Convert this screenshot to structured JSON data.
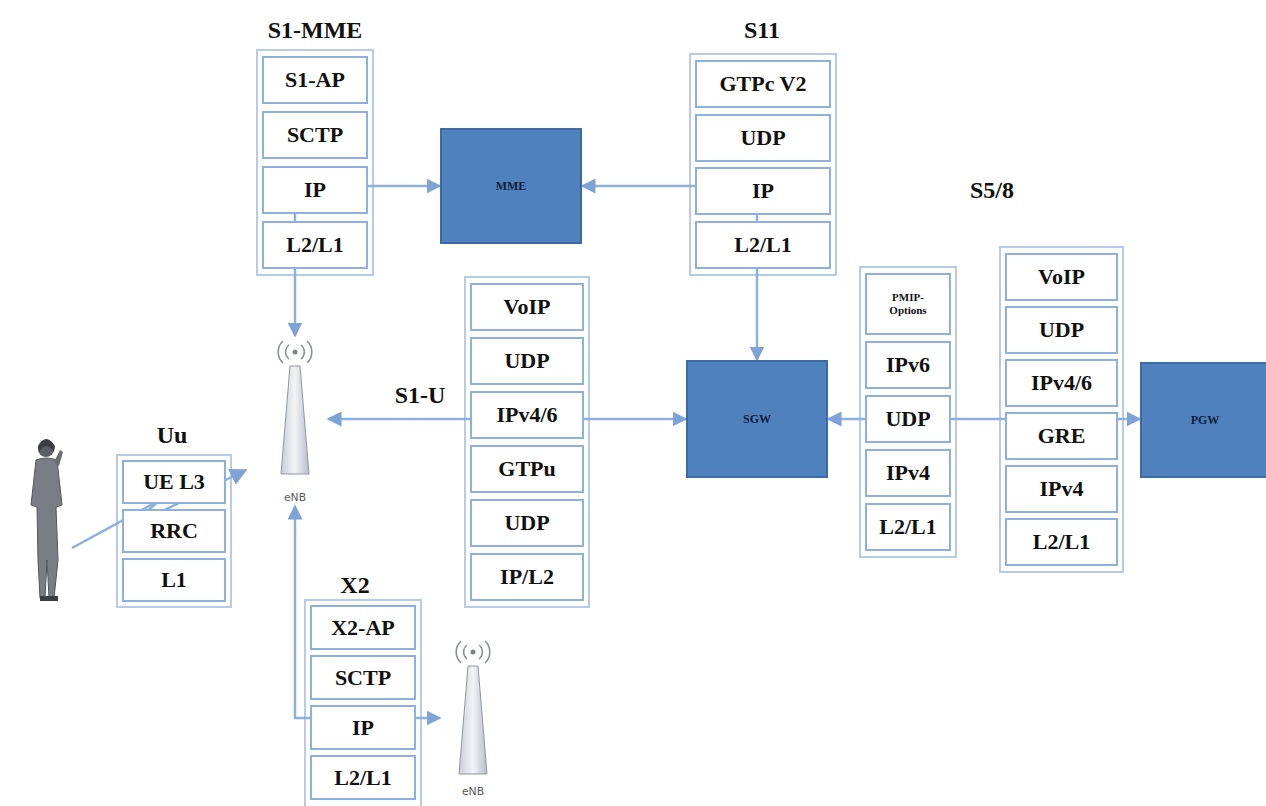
{
  "diagram": {
    "nodes": [
      {
        "text": [
          "S1-AP"
        ]
      },
      {
        "text": [
          "SCTP"
        ]
      },
      {
        "text": [
          "IP"
        ]
      },
      {
        "text": [
          "L2/L1"
        ]
      },
      {
        "text": [
          "MME"
        ]
      },
      {
        "text": [
          "GTPc V2"
        ]
      },
      {
        "text": [
          "UDP"
        ]
      },
      {
        "text": [
          "IP"
        ]
      },
      {
        "text": [
          "L2/L1"
        ]
      },
      {
        "text": [
          "eNB"
        ]
      },
      {
        "text": [
          "VoIP"
        ]
      },
      {
        "text": [
          "UDP"
        ]
      },
      {
        "text": [
          "IPv4/6"
        ]
      },
      {
        "text": [
          "GTPu"
        ]
      },
      {
        "text": [
          "UDP"
        ]
      },
      {
        "text": [
          "IP/L2"
        ]
      },
      {
        "text": [
          "SGW"
        ]
      },
      {
        "text": [
          "PMIP-Options"
        ]
      },
      {
        "text": [
          "IPv6"
        ]
      },
      {
        "text": [
          "UDP"
        ]
      },
      {
        "text": [
          "IPv4"
        ]
      },
      {
        "text": [
          "L2/L1"
        ]
      },
      {
        "text": [
          "VoIP"
        ]
      },
      {
        "text": [
          "UDP"
        ]
      },
      {
        "text": [
          "IPv4/6"
        ]
      },
      {
        "text": [
          "GRE"
        ]
      },
      {
        "text": [
          "IPv4"
        ]
      },
      {
        "text": [
          "L2/L1"
        ]
      },
      {
        "text": [
          "PGW"
        ]
      },
      {
        "text": [
          "UE L3"
        ]
      },
      {
        "text": [
          "RRC"
        ]
      },
      {
        "text": [
          "L1"
        ]
      },
      {
        "text": [
          "X2-AP"
        ]
      },
      {
        "text": [
          "SCTP"
        ]
      },
      {
        "text": [
          "IP"
        ]
      },
      {
        "text": [
          "L2/L1"
        ]
      },
      {
        "text": [
          "eNB"
        ]
      }
    ],
    "edges": [
      {
        "from": 9,
        "to": 4,
        "arrow": "both"
      },
      {
        "from": 4,
        "to": 16,
        "arrow": "both"
      },
      {
        "from": 9,
        "to": 16,
        "arrow": "both"
      },
      {
        "from": 16,
        "to": 28,
        "arrow": "both"
      },
      {
        "from": 9,
        "to": 36,
        "arrow": "both"
      }
    ],
    "labels": [
      "S1-MME",
      "S11",
      "S5/8",
      "S1-U",
      "Uu",
      "X2"
    ]
  }
}
